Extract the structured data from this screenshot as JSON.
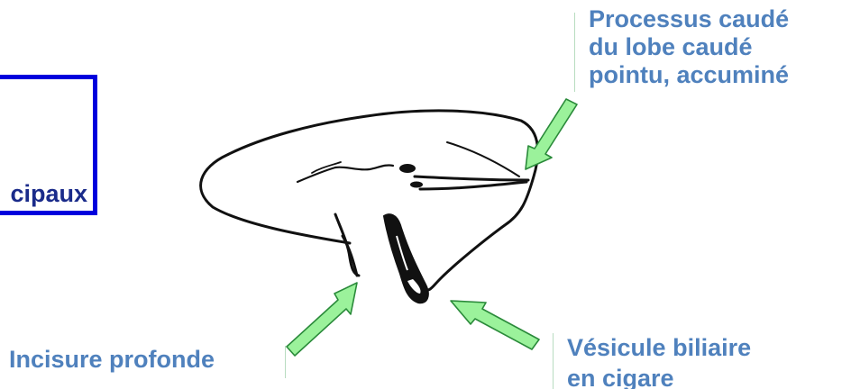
{
  "frame_box": {
    "text": "cipaux"
  },
  "labels": {
    "processus": [
      "Processus caudé",
      "du lobe caudé",
      "pointu, accuminé"
    ],
    "incisure": [
      "Incisure profonde"
    ],
    "vesicule": [
      "Vésicule biliaire",
      "en cigare"
    ]
  },
  "colors": {
    "label_text": "#4f81bd",
    "frame_border": "#0000dd",
    "frame_text": "#1a2b8a",
    "arrow_fill": "#9bf29b",
    "arrow_stroke": "#2a8a3a",
    "sketch": "#111111"
  }
}
